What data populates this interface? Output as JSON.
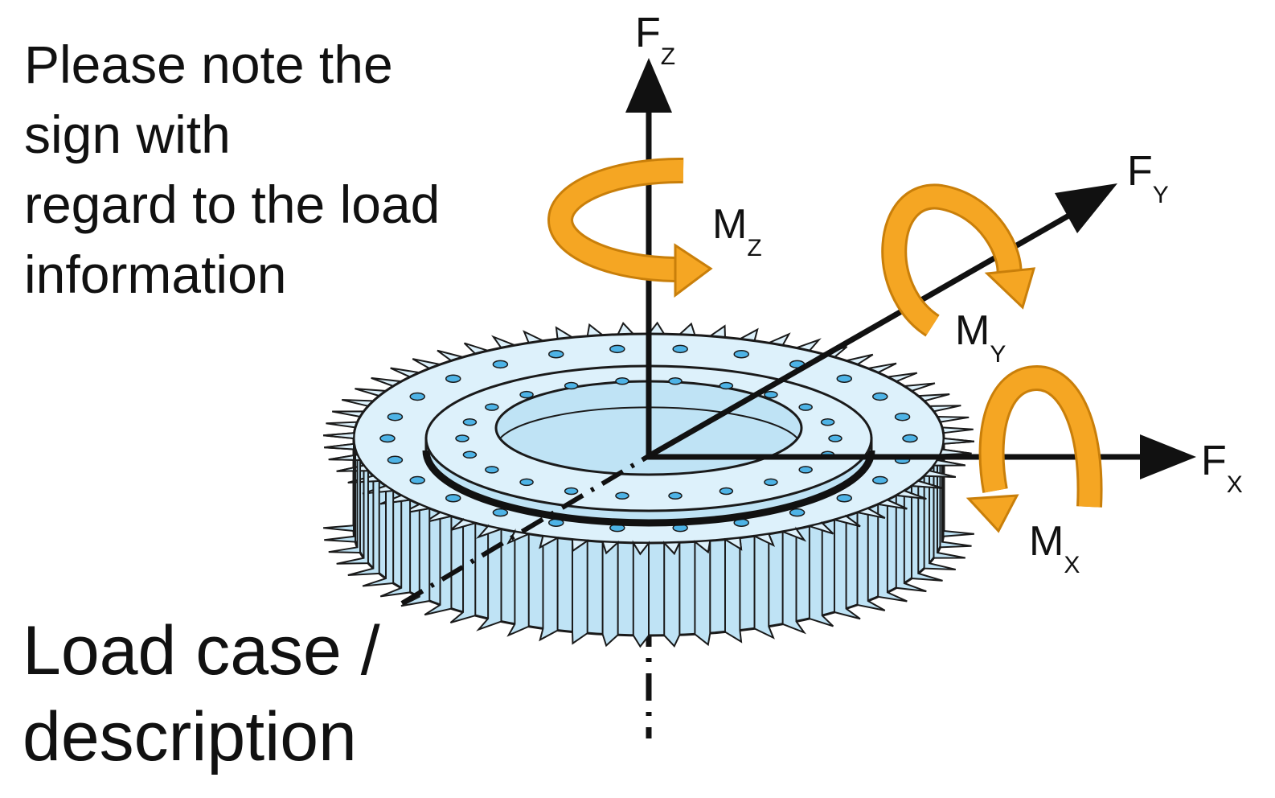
{
  "note": {
    "lines": [
      "Please note the",
      "sign with",
      "regard to the load",
      "information"
    ]
  },
  "load_case": {
    "lines": [
      "Load case /",
      "description"
    ]
  },
  "axes": {
    "fz": {
      "main": "F",
      "sub": "Z"
    },
    "fy": {
      "main": "F",
      "sub": "Y"
    },
    "fx": {
      "main": "F",
      "sub": "X"
    }
  },
  "moments": {
    "mz": {
      "main": "M",
      "sub": "Z"
    },
    "my": {
      "main": "M",
      "sub": "Y"
    },
    "mx": {
      "main": "M",
      "sub": "X"
    }
  },
  "colors": {
    "moment_arrow": "#F5A623",
    "moment_arrow_dark": "#C97F0A",
    "bearing_fill": "#BFE3F5",
    "bearing_light": "#DDF1FB",
    "bearing_outline": "#1A1A1A",
    "hole_fill": "#4DB3E6",
    "axis": "#111111"
  }
}
